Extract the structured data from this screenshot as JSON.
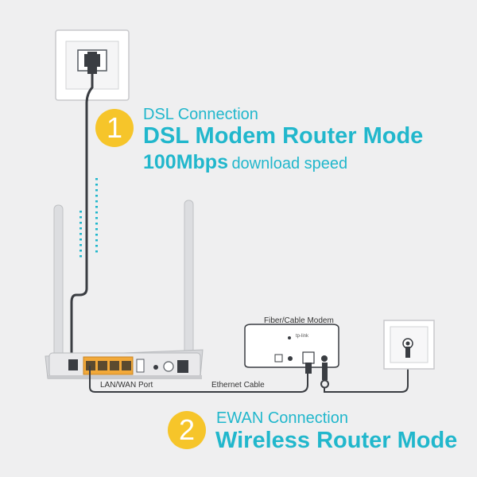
{
  "section1": {
    "number": "1",
    "subtitle": "DSL Connection",
    "title": "DSL Modem Router Mode",
    "speed_value": "100Mbps",
    "speed_suffix": "download speed"
  },
  "section2": {
    "number": "2",
    "subtitle": "EWAN Connection",
    "title": "Wireless Router Mode"
  },
  "labels": {
    "modem": "Fiber/Cable Modem",
    "lan_wan_port": "LAN/WAN Port",
    "ethernet_cable": "Ethernet Cable",
    "modem_brand": "tp-link"
  },
  "colors": {
    "accent": "#21b7cc",
    "badge": "#f6c52a",
    "cable": "#3a3d42",
    "port": "#f2a93a"
  }
}
